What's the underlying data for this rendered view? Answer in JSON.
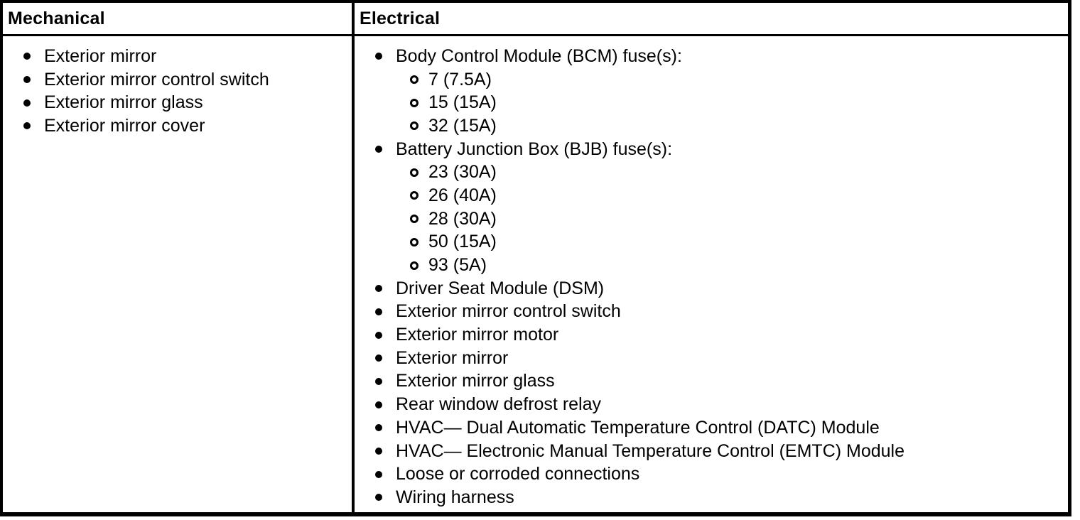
{
  "colors": {
    "border": "#000000",
    "text": "#000000",
    "background": "#ffffff"
  },
  "table": {
    "columns": [
      {
        "header": "Mechanical",
        "items": [
          {
            "label": "Exterior mirror"
          },
          {
            "label": "Exterior mirror control switch"
          },
          {
            "label": "Exterior mirror glass"
          },
          {
            "label": "Exterior mirror cover"
          }
        ]
      },
      {
        "header": "Electrical",
        "items": [
          {
            "label": "Body Control Module (BCM) fuse(s):",
            "sub_items": [
              "7 (7.5A)",
              "15 (15A)",
              "32 (15A)"
            ]
          },
          {
            "label": "Battery Junction Box (BJB) fuse(s):",
            "sub_items": [
              "23 (30A)",
              "26 (40A)",
              "28 (30A)",
              "50 (15A)",
              "93 (5A)"
            ]
          },
          {
            "label": "Driver Seat Module (DSM)"
          },
          {
            "label": "Exterior mirror control switch"
          },
          {
            "label": "Exterior mirror motor"
          },
          {
            "label": "Exterior mirror"
          },
          {
            "label": "Exterior mirror glass"
          },
          {
            "label": "Rear window defrost relay"
          },
          {
            "label": "HVAC— Dual Automatic Temperature Control (DATC) Module"
          },
          {
            "label": "HVAC— Electronic Manual Temperature Control (EMTC) Module"
          },
          {
            "label": "Loose or corroded connections"
          },
          {
            "label": "Wiring harness"
          }
        ]
      }
    ]
  }
}
